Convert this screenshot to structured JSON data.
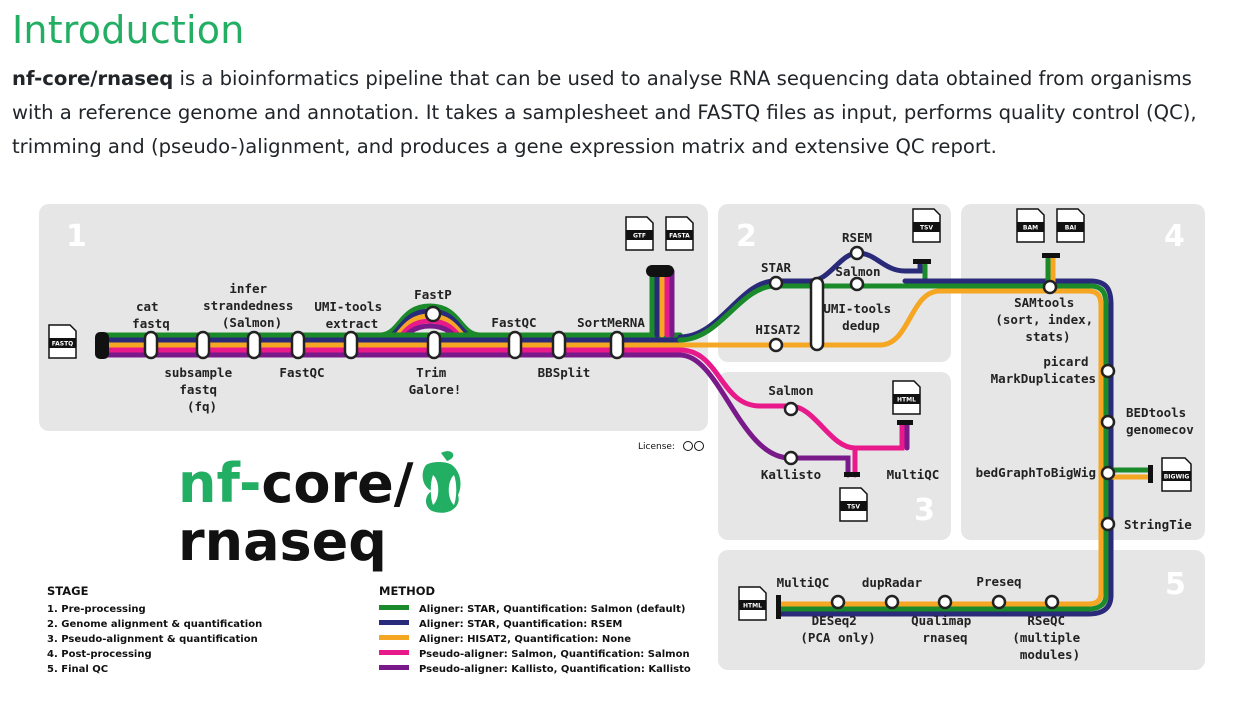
{
  "heading": "Introduction",
  "intro": {
    "name": "nf-core/rnaseq",
    "text": " is a bioinformatics pipeline that can be used to analyse RNA sequencing data obtained from organisms with a reference genome and annotation. It takes a samplesheet and FASTQ files as input, performs quality control (QC), trimming and (pseudo-)alignment, and produces a gene expression matrix and extensive QC report."
  },
  "diagram": {
    "stage_numbers": [
      "1",
      "2",
      "3",
      "4",
      "5"
    ],
    "stations": {
      "cat_fastq": [
        "cat",
        "fastq"
      ],
      "infer_strandedness": [
        "infer",
        "strandedness",
        "(Salmon)"
      ],
      "umi_extract": [
        "UMI-tools",
        "extract"
      ],
      "fastp": "FastP",
      "fastqc_top": "FastQC",
      "sortmerna": "SortMeRNA",
      "subsample": [
        "subsample",
        "fastq",
        "(fq)"
      ],
      "fastqc_bottom": "FastQC",
      "trim_galore": [
        "Trim",
        "Galore!"
      ],
      "bbsplit": "BBSplit",
      "star": "STAR",
      "rsem": "RSEM",
      "salmon_align": "Salmon",
      "umi_dedup": [
        "UMI-tools",
        "dedup"
      ],
      "hisat2": "HISAT2",
      "salmon_pseudo": "Salmon",
      "kallisto": "Kallisto",
      "multiqc_pseudo": "MultiQC",
      "samtools": [
        "SAMtools",
        "(sort, index,",
        "stats)"
      ],
      "picard": [
        "picard",
        "MarkDuplicates"
      ],
      "bedtools": [
        "BEDtools",
        "genomecov"
      ],
      "bedgraph": "bedGraphToBigWig",
      "stringtie": "StringTie",
      "multiqc_final": "MultiQC",
      "dupradar": "dupRadar",
      "preseq": "Preseq",
      "deseq2": [
        "DESeq2",
        "(PCA only)"
      ],
      "qualimap": [
        "Qualimap",
        "rnaseq"
      ],
      "rseqc": [
        "RSeQC",
        "(multiple",
        "modules)"
      ]
    },
    "files": {
      "fastq": "FASTQ",
      "gtf": "GTF",
      "fasta": "FASTA",
      "tsv_align": "TSV",
      "bam": "BAM",
      "bai": "BAI",
      "html_pseudo": "HTML",
      "tsv_pseudo": "TSV",
      "bigwig": "BIGWIG",
      "html_final": "HTML"
    },
    "license": "License:",
    "logo": {
      "prefix": "nf-",
      "core": "core/",
      "name": "rnaseq"
    },
    "legend": {
      "stage_title": "STAGE",
      "stages": [
        "1. Pre-processing",
        "2. Genome alignment & quantification",
        "3. Pseudo-alignment & quantification",
        "4. Post-processing",
        "5. Final QC"
      ],
      "method_title": "METHOD",
      "methods": [
        {
          "label": "Aligner: STAR, Quantification: Salmon (default)",
          "color": "#1a8a2a"
        },
        {
          "label": "Aligner: STAR, Quantification: RSEM",
          "color": "#2a2a7a"
        },
        {
          "label": "Aligner: HISAT2, Quantification: None",
          "color": "#f5a623"
        },
        {
          "label": "Pseudo-aligner: Salmon, Quantification: Salmon",
          "color": "#e8198b"
        },
        {
          "label": "Pseudo-aligner: Kallisto, Quantification: Kallisto",
          "color": "#7a1a8a"
        }
      ]
    },
    "colors": {
      "green": "#1a8a2a",
      "navy": "#2a2a7a",
      "orange": "#f5a623",
      "pink": "#e8198b",
      "purple": "#7a1a8a",
      "panel": "#e6e6e6",
      "brand_green": "#22ae63"
    }
  }
}
